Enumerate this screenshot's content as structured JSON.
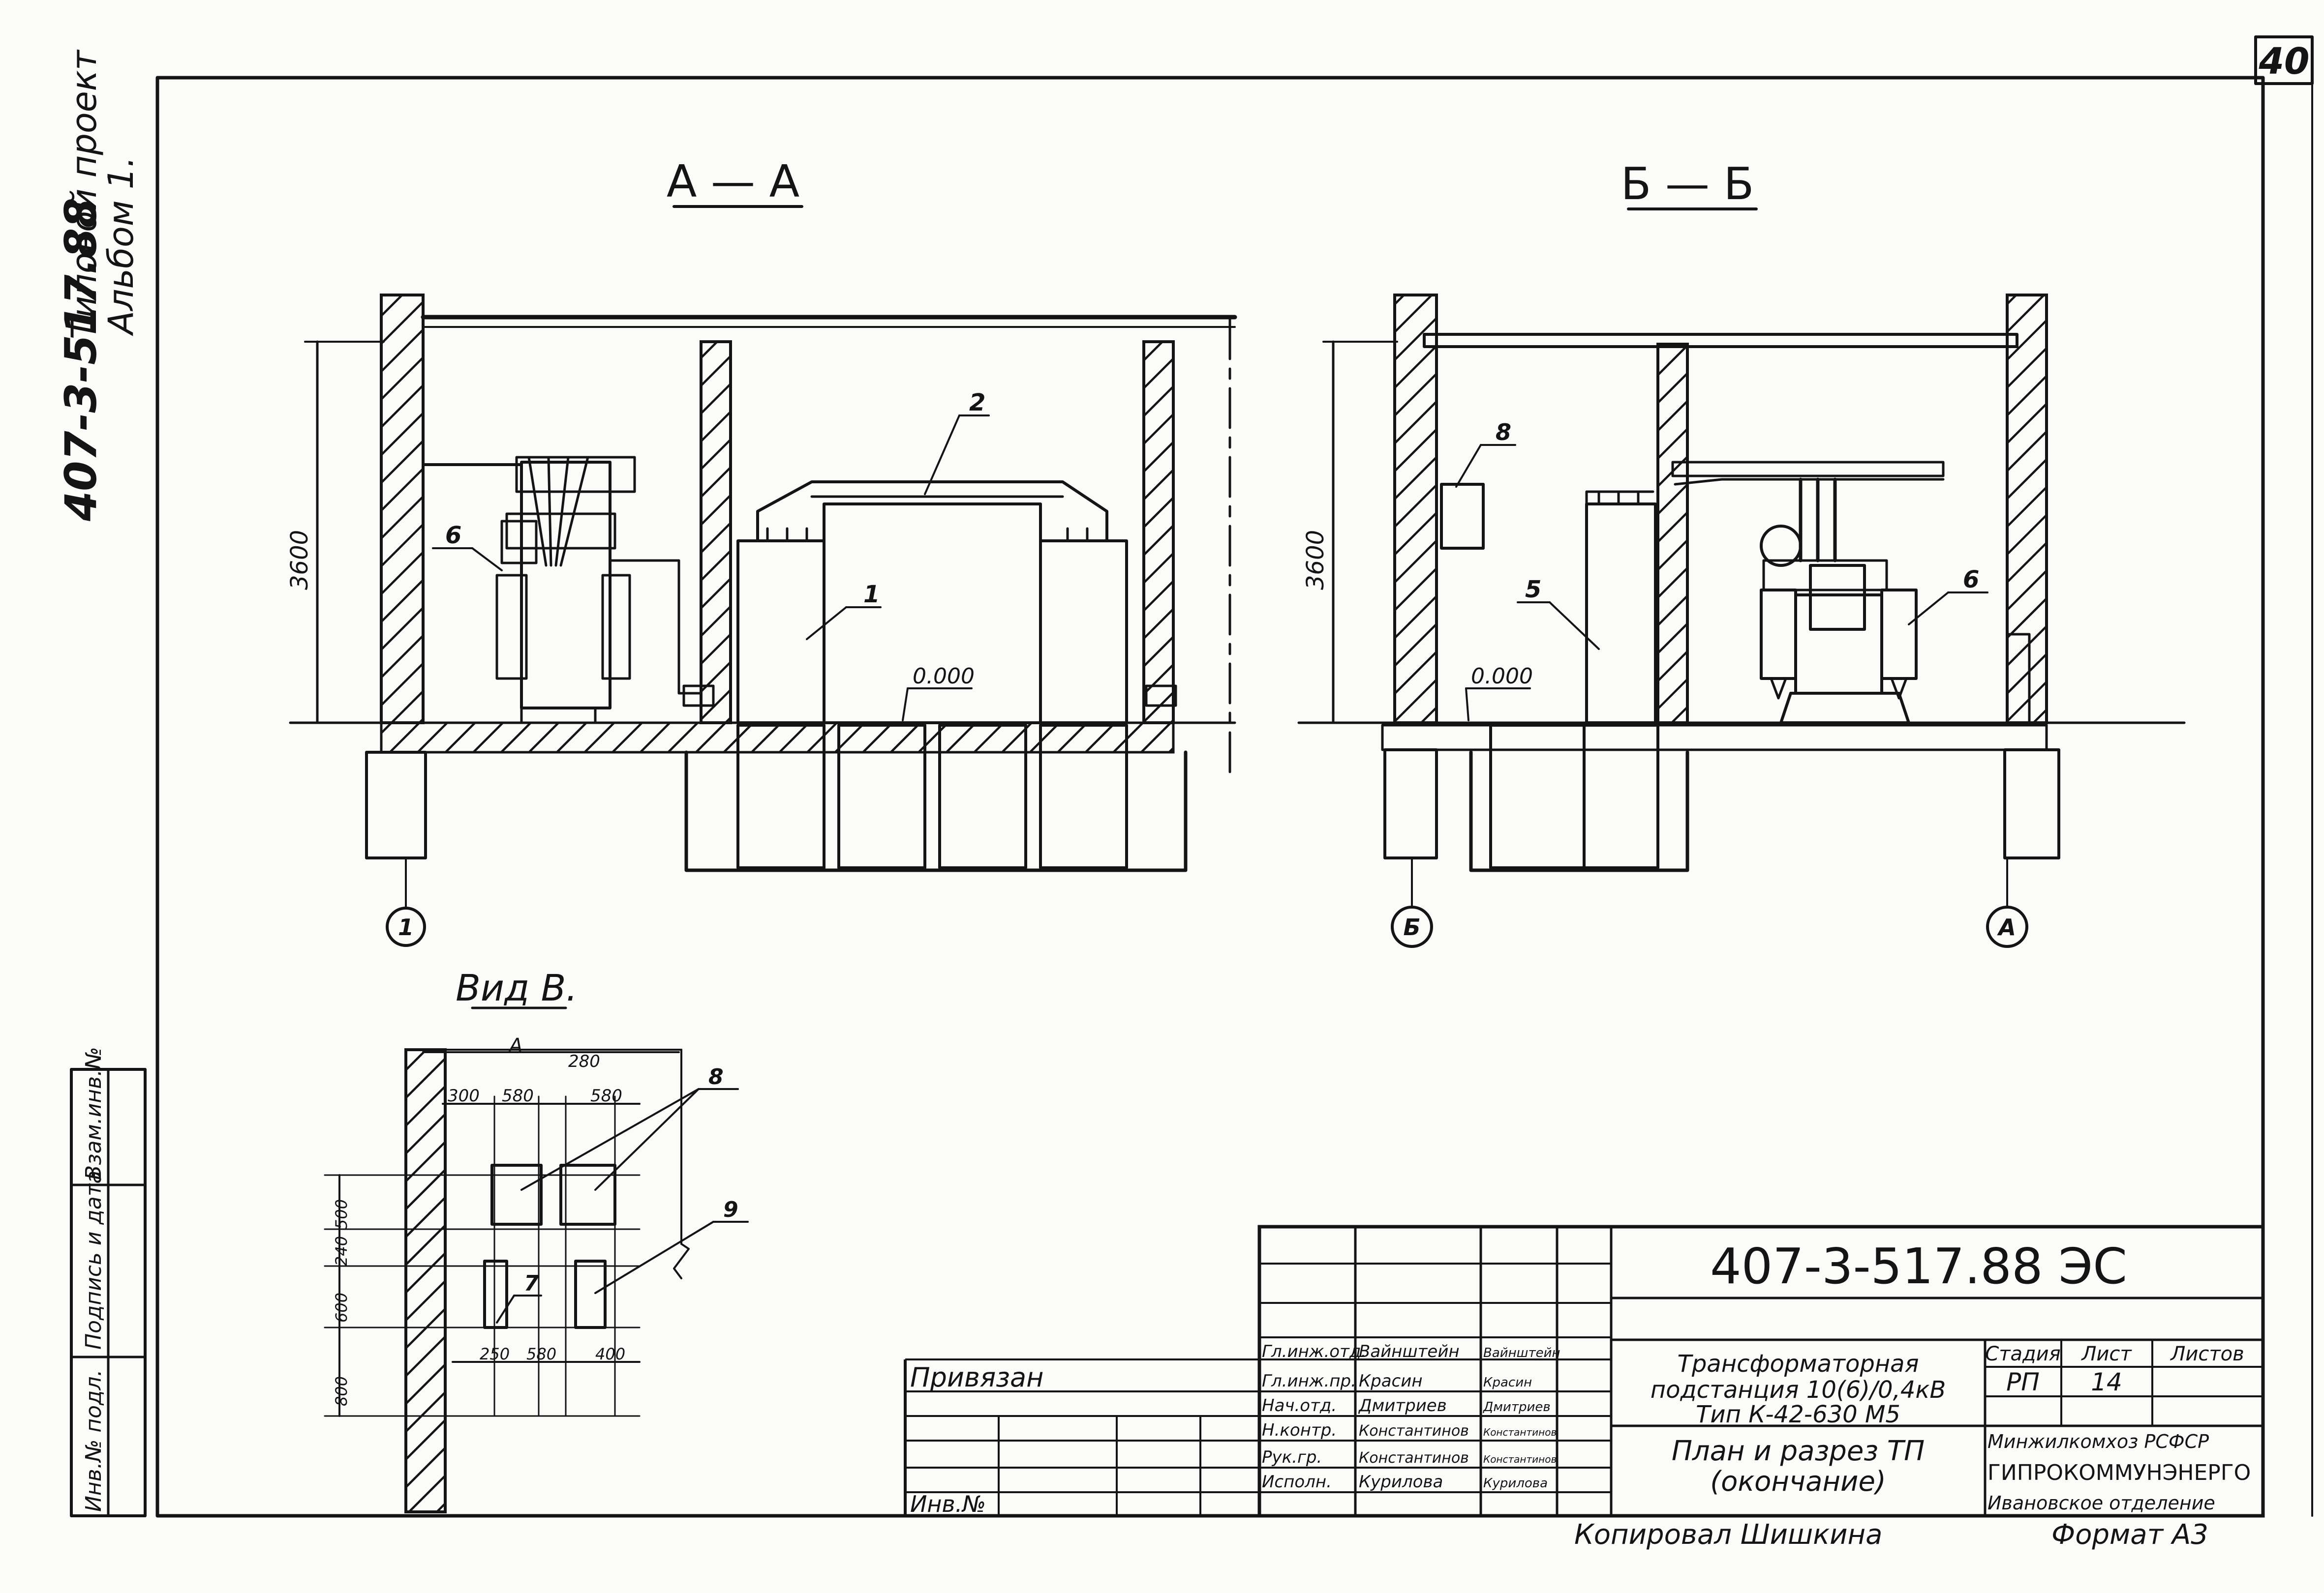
{
  "sheet": {
    "page_number": "40",
    "side_stamp": {
      "project_number": "407-3-517.88",
      "project_label": "Типовой проект",
      "album": "Альбом 1."
    },
    "left_strip": [
      "Инв.№ подл.",
      "Подпись и дата",
      "Взам.инв.№"
    ]
  },
  "views": {
    "aa": {
      "title": "А — А",
      "height": "3600",
      "level": "0.000",
      "callouts": [
        "1",
        "2",
        "6"
      ],
      "axis": "1"
    },
    "bb": {
      "title": "Б — Б",
      "height": "3600",
      "level": "0.000",
      "callouts": [
        "5",
        "6",
        "8"
      ],
      "axis_left": "Б",
      "axis_right": "А"
    },
    "vid": {
      "title": "Вид В.",
      "top_label": "А",
      "dims_top": [
        "300",
        "580",
        "580"
      ],
      "dim_top_extra": "280",
      "dims_left": [
        "500",
        "240",
        "600",
        "800"
      ],
      "dims_bottom": [
        "250",
        "580",
        "400"
      ],
      "callouts": [
        "8",
        "9",
        "7"
      ]
    }
  },
  "title_block": {
    "designation": "407-3-517.88 ЭС",
    "bound_label": "Привязан",
    "inv_label": "Инв.№",
    "roles": [
      {
        "role": "Гл.инж.отд.",
        "name": "Вайнштейн",
        "sign": "Вайнштейн"
      },
      {
        "role": "Гл.инж.пр.",
        "name": "Красин",
        "sign": "Красин"
      },
      {
        "role": "Нач.отд.",
        "name": "Дмитриев",
        "sign": "Дмитриев"
      },
      {
        "role": "Н.контр.",
        "name": "Константинов",
        "sign": "Константинов"
      },
      {
        "role": "Рук.гр.",
        "name": "Константинов",
        "sign": "Константинов"
      },
      {
        "role": "Исполн.",
        "name": "Курилова",
        "sign": "Курилова"
      }
    ],
    "object_title": [
      "Трансформаторная",
      "подстанция 10(6)/0,4кВ",
      "Тип К-42-630 М5"
    ],
    "sheet_title": [
      "План и разрез ТП",
      "(окончание)"
    ],
    "stage_header": "Стадия",
    "sheet_header": "Лист",
    "sheets_header": "Листов",
    "stage": "РП",
    "sheet_no": "14",
    "sheets_total": "",
    "org": [
      "Минжилкомхоз РСФСР",
      "ГИПРОКОММУНЭНЕРГО",
      "Ивановское отделение"
    ]
  },
  "footer": {
    "copied": "Копировал Шишкина",
    "format": "Формат А3"
  }
}
